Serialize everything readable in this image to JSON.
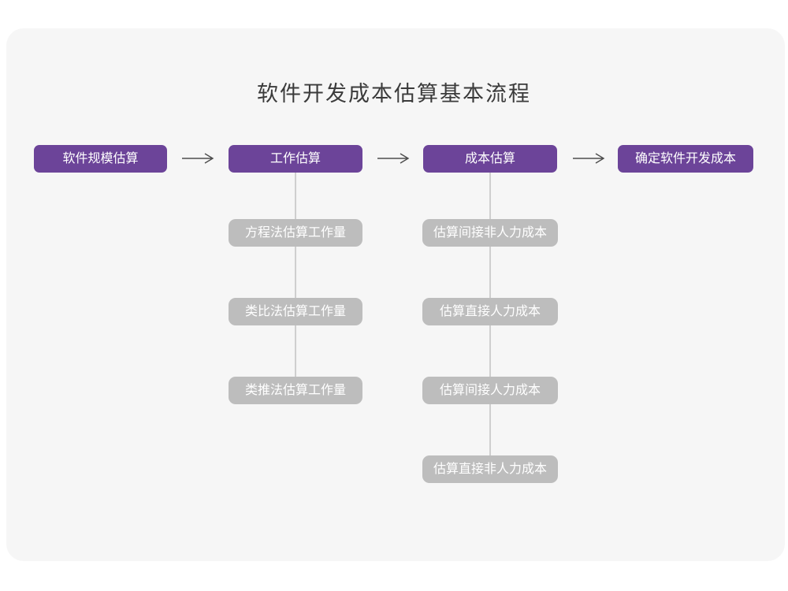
{
  "title": "软件开发成本估算基本流程",
  "colors": {
    "page_bg": "#ffffff",
    "card_bg": "#f6f6f6",
    "main_node_bg": "#6c4499",
    "sub_node_bg": "#bdbdbd",
    "node_text": "#ffffff",
    "connector_line": "#cfcfcf",
    "arrow": "#4d4d4d",
    "title_text": "#3b3b3b"
  },
  "flow": {
    "main_nodes": [
      {
        "label": "软件规模估算"
      },
      {
        "label": "工作估算"
      },
      {
        "label": "成本估算"
      },
      {
        "label": "确定软件开发成本"
      }
    ],
    "sub_columns": [
      {
        "parent": "工作估算",
        "items": [
          "方程法估算工作量",
          "类比法估算工作量",
          "类推法估算工作量"
        ]
      },
      {
        "parent": "成本估算",
        "items": [
          "估算间接非人力成本",
          "估算直接人力成本",
          "估算间接人力成本",
          "估算直接非人力成本"
        ]
      }
    ]
  }
}
